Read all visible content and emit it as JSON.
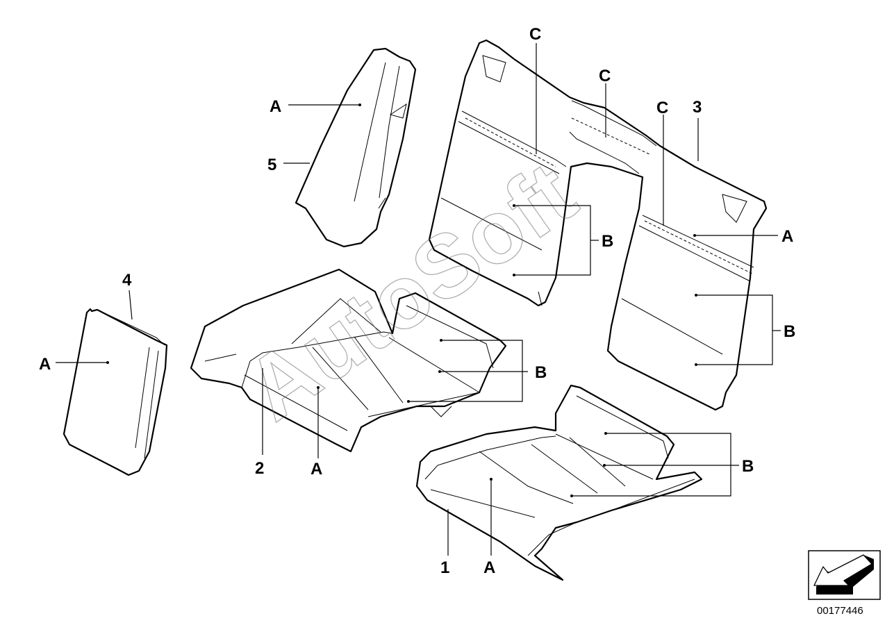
{
  "watermark": "AutoSoft",
  "diagram_number": "00177446",
  "labels": {
    "part_1": "1",
    "part_2": "2",
    "part_3": "3",
    "part_4": "4",
    "part_5": "5",
    "a_side_bolster_5": "A",
    "a_left_pad_4": "A",
    "a_cushion_2": "A",
    "a_cushion_1": "A",
    "a_backrest_3": "A",
    "b_backrest_left": "B",
    "b_cushion_2": "B",
    "b_backrest_right": "B",
    "b_cushion_1": "B",
    "c_backrest_left": "C",
    "c_backrest_center": "C",
    "c_backrest_right": "C"
  },
  "colors": {
    "line": "#000000",
    "watermark": "#6e6e6e",
    "background": "#ffffff"
  },
  "icons": {
    "orientation_arrow": "arrow-down-left-icon"
  }
}
